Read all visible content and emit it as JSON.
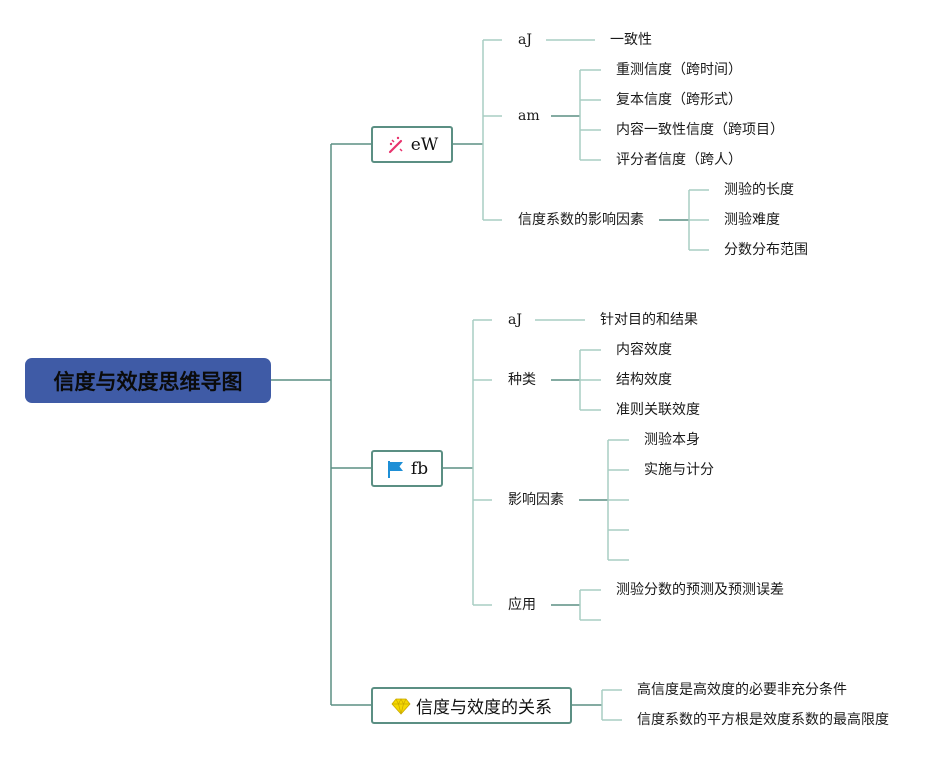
{
  "root": {
    "label": "信度与效度思维导图"
  },
  "branches": [
    {
      "label": "eW",
      "icon": "magic-wand-icon",
      "children": [
        {
          "label": "aJ",
          "children": [
            "一致性"
          ]
        },
        {
          "label": "am",
          "children": [
            "重测信度（跨时间）",
            "复本信度（跨形式）",
            "内容一致性信度（跨项目）",
            "评分者信度（跨人）"
          ]
        },
        {
          "label": "信度系数的影响因素",
          "children": [
            "测验的长度",
            "测验难度",
            "分数分布范围"
          ]
        }
      ]
    },
    {
      "label": "fb",
      "icon": "flag-icon",
      "children": [
        {
          "label": "aJ",
          "children": [
            "针对目的和结果"
          ]
        },
        {
          "label": "种类",
          "children": [
            "内容效度",
            "结构效度",
            "准则关联效度"
          ]
        },
        {
          "label": "影响因素",
          "children": [
            "测验本身",
            "实施与计分",
            "",
            "",
            ""
          ]
        },
        {
          "label": "应用",
          "children": [
            "测验分数的预测及预测误差",
            ""
          ]
        }
      ]
    },
    {
      "label": "信度与效度的关系",
      "icon": "diamond-icon",
      "children": [
        "高信度是高效度的必要非充分条件",
        "信度系数的平方根是效度系数的最高限度"
      ]
    }
  ],
  "colors": {
    "root_fill": "#3f5ba6",
    "branch_border": "#5b8f83",
    "line_main": "#5b8f83",
    "line_light": "#a9cdc3",
    "wand_accent": "#e8336d",
    "flag": "#1e8fd6",
    "diamond": "#f5d800"
  }
}
